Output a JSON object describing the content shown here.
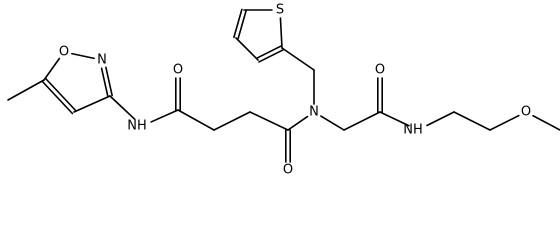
{
  "diagram": {
    "atoms": {
      "ring_o": "O",
      "ring_n": "N",
      "amide1_nh": "NH",
      "amide1_o": "O",
      "amide2_o": "O",
      "central_n": "N",
      "thio_s": "S",
      "amide3_o": "O",
      "amide3_nh": "NH",
      "ether_o": "O"
    }
  }
}
